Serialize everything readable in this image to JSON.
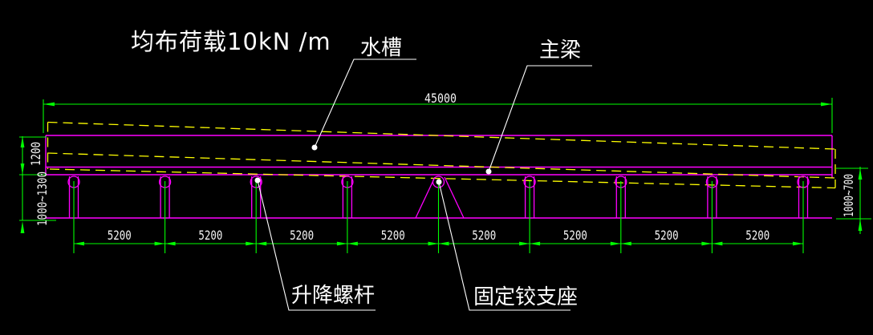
{
  "drawing": {
    "title_context": "beam elevation CAD drawing",
    "load_label": "均布荷载10kN /m",
    "trough_label": "水槽",
    "beam_label": "主梁",
    "screw_label": "升降螺杆",
    "hinge_label": "固定铰支座",
    "dimensions": {
      "total_length": "45000",
      "beam_depth": "1200",
      "left_support_height": "1000~1300",
      "right_support_height": "1000~700",
      "spans": [
        "5200",
        "5200",
        "5200",
        "5200",
        "5200",
        "5200",
        "5200",
        "5200"
      ]
    },
    "colors": {
      "background": "#000000",
      "dimension_lines": "#00ff00",
      "structure_lines": "#ff00ff",
      "hidden_lines": "#ffff00",
      "annotation_text": "#ffffff"
    }
  }
}
